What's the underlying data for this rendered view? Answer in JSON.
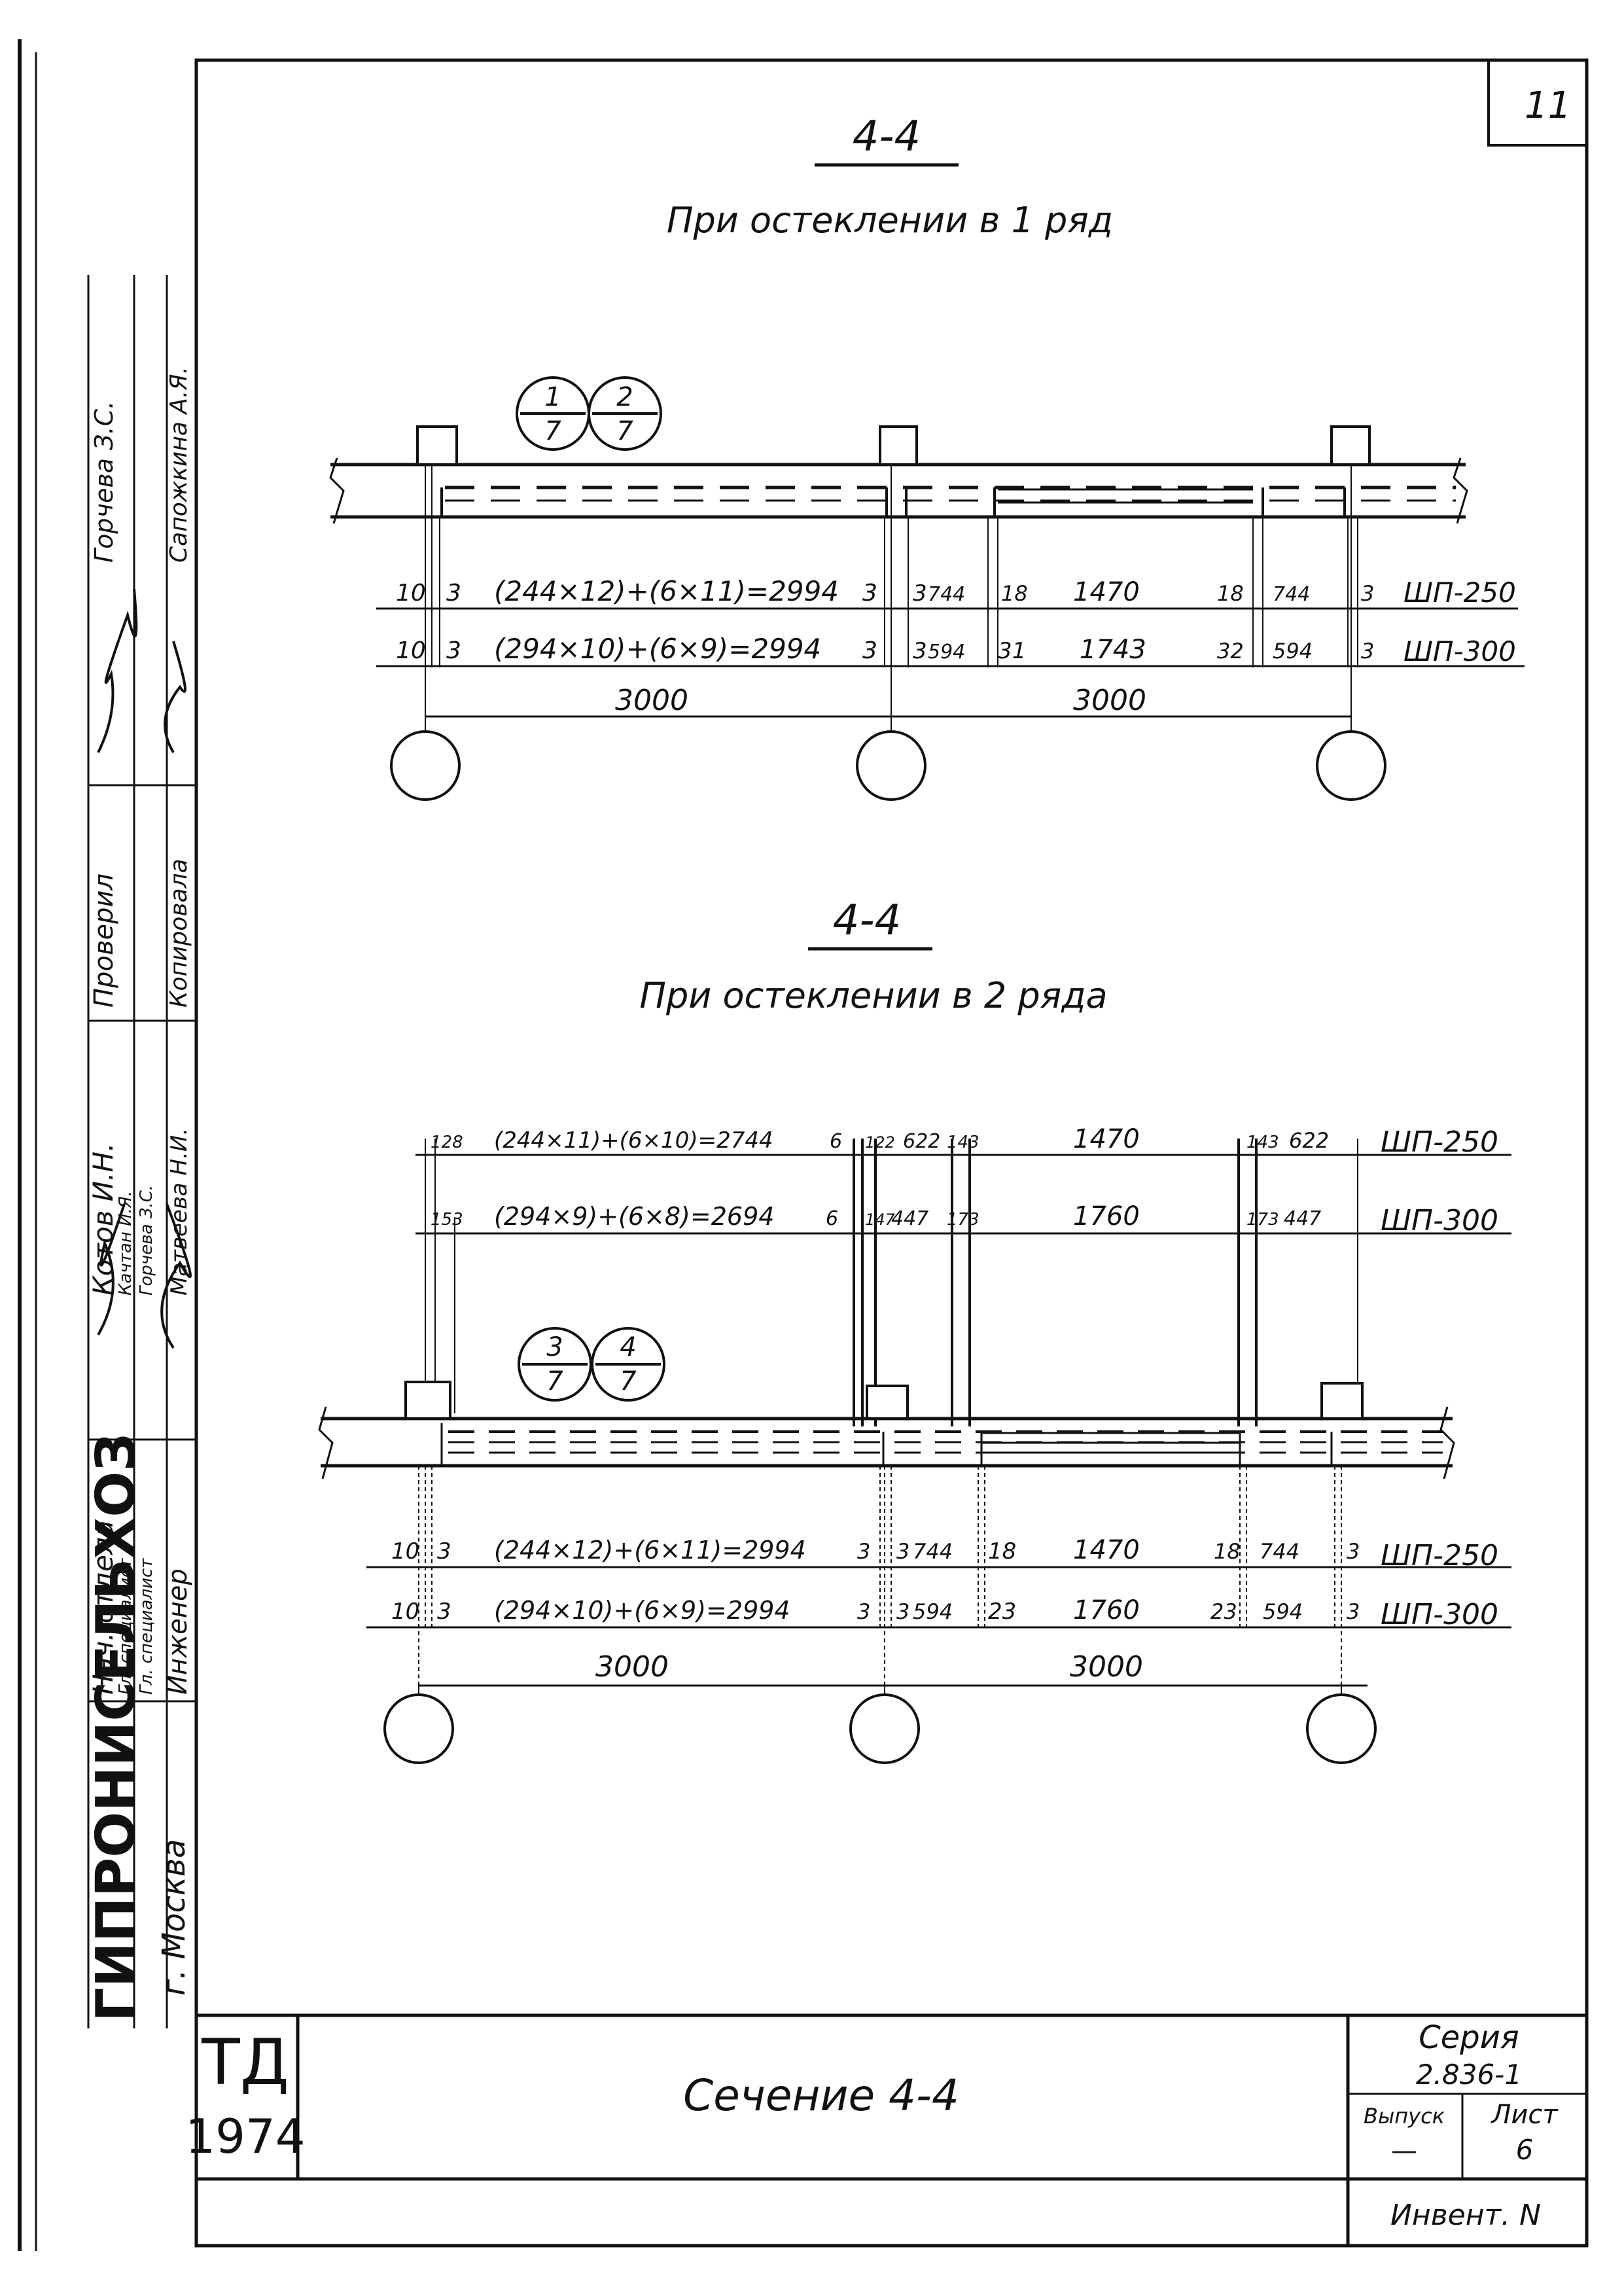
{
  "sheet": {
    "page_number": "11",
    "stamp_org": "ГИПРОНИСЕЛЬХОЗ",
    "stamp_city": "г. Москва",
    "roles": [
      "Нач. отдела",
      "Гл. специалист",
      "Гл. специалист",
      "Инженер"
    ],
    "names": [
      "Котов И.Н.",
      "Качтан И.Я.",
      "Горчева З.С.",
      "Матвеева Н.И."
    ],
    "checked_label": "Проверил",
    "checked_name": "Горчева З.С.",
    "copied_label": "Копировала",
    "copied_name": "Сапожкина А.Я."
  },
  "section1": {
    "title": "4-4",
    "subtitle": "При остеклении в 1 ряд",
    "callouts": [
      {
        "top": "1",
        "bottom": "7"
      },
      {
        "top": "2",
        "bottom": "7"
      }
    ],
    "row_250": {
      "left_a": "10",
      "left_b": "3",
      "formula": "(244×12)+(6×11)=2994",
      "m1": "3",
      "m2": "3",
      "m3": "744",
      "m4": "18",
      "mid": "1470",
      "r1": "18",
      "r2": "744",
      "r3": "3",
      "label": "ШП-250"
    },
    "row_300": {
      "left_a": "10",
      "left_b": "3",
      "formula": "(294×10)+(6×9)=2994",
      "m1": "3",
      "m2": "3",
      "m3": "594",
      "m4": "31",
      "mid": "1743",
      "r1": "32",
      "r2": "594",
      "r3": "3",
      "label": "ШП-300"
    },
    "spans": [
      "3000",
      "3000"
    ]
  },
  "section2": {
    "title": "4-4",
    "subtitle": "При остеклении в 2 ряда",
    "callouts": [
      {
        "top": "3",
        "bottom": "7"
      },
      {
        "top": "4",
        "bottom": "7"
      }
    ],
    "top_row_250": {
      "left": "128",
      "formula": "(244×11)+(6×10)=2744",
      "m1": "6",
      "m2": "122",
      "m3": "622",
      "m4": "143",
      "mid": "1470",
      "r1": "143",
      "r2": "622",
      "label": "ШП-250"
    },
    "top_row_300": {
      "left": "153",
      "formula": "(294×9)+(6×8)=2694",
      "m1": "6",
      "m2": "147",
      "m3": "447",
      "m4": "173",
      "mid": "1760",
      "r1": "173",
      "r2": "447",
      "label": "ШП-300"
    },
    "row_250": {
      "left_a": "10",
      "left_b": "3",
      "formula": "(244×12)+(6×11)=2994",
      "m1": "3",
      "m2": "3",
      "m3": "744",
      "m4": "18",
      "mid": "1470",
      "r1": "18",
      "r2": "744",
      "r3": "3",
      "label": "ШП-250"
    },
    "row_300": {
      "left_a": "10",
      "left_b": "3",
      "formula": "(294×10)+(6×9)=2994",
      "m1": "3",
      "m2": "3",
      "m3": "594",
      "m4": "23",
      "mid": "1760",
      "r1": "23",
      "r2": "594",
      "r3": "3",
      "label": "ШП-300"
    },
    "spans": [
      "3000",
      "3000"
    ]
  },
  "title_block": {
    "mark": "ТД",
    "year": "1974",
    "title": "Сечение 4-4",
    "series_label": "Серия",
    "series_value": "2.836-1",
    "issue_label": "Выпуск",
    "issue_value": "—",
    "sheet_label": "Лист",
    "sheet_value": "6",
    "inventory_label": "Инвент. N"
  }
}
